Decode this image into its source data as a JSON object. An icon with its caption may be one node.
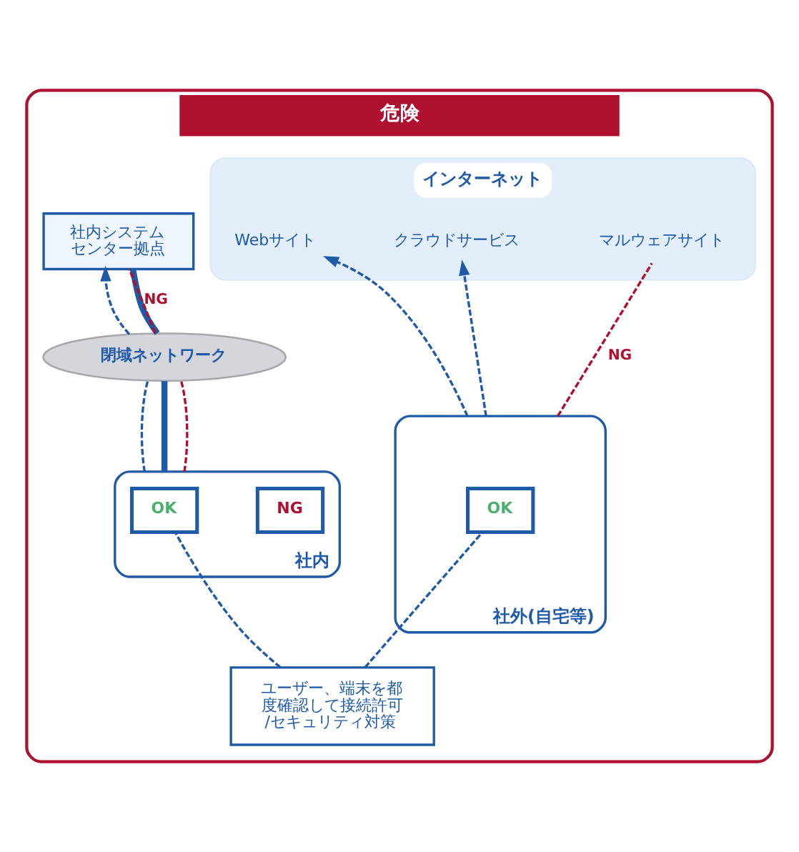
{
  "diagram": {
    "nodes": [
      {
        "text": [
          "危険"
        ]
      },
      {
        "text": [
          "社内システム",
          "センター拠点"
        ],
        "in": 0
      },
      {
        "text": [
          "閉域ネットワーク"
        ],
        "in": 0
      },
      {
        "text": [
          "インターネット"
        ],
        "in": 0
      },
      {
        "text": [
          "Webサイト"
        ],
        "in": 3
      },
      {
        "text": [
          "クラウドサービス"
        ],
        "in": 3
      },
      {
        "text": [
          "マルウェアサイト"
        ],
        "in": 3
      },
      {
        "text": [
          "社内"
        ],
        "in": 0
      },
      {
        "text": [
          "OK"
        ],
        "in": 7
      },
      {
        "text": [
          "NG"
        ],
        "in": 7
      },
      {
        "text": [
          "社外(自宅等)"
        ],
        "in": 0
      },
      {
        "text": [
          "OK"
        ],
        "in": 10
      },
      {
        "text": [
          "ユーザー、端末を都度確認して接続許可/セキュリティ対策"
        ],
        "in": 0
      }
    ],
    "edges": [
      {
        "from": 7,
        "to": 2,
        "arrow": "none",
        "style": "dashed"
      },
      {
        "from": 2,
        "to": 1,
        "arrow": "to",
        "style": "dashed"
      },
      {
        "from": 7,
        "to": 2,
        "arrow": "none",
        "style": "thick"
      },
      {
        "from": 2,
        "to": 1,
        "arrow": "none",
        "style": "thick"
      },
      {
        "from": 7,
        "to": 2,
        "arrow": "none",
        "style": "dashed",
        "color": "#b01030"
      },
      {
        "from": 2,
        "to": 1,
        "arrow": "none",
        "style": "dashed",
        "color": "#b01030",
        "label": "NG"
      },
      {
        "from": 10,
        "to": 4,
        "arrow": "to",
        "style": "dashed"
      },
      {
        "from": 10,
        "to": 5,
        "arrow": "to",
        "style": "dashed"
      },
      {
        "from": 10,
        "to": 6,
        "arrow": "none",
        "style": "dashed",
        "color": "#b01030",
        "label": "NG"
      },
      {
        "from": 12,
        "to": 8,
        "arrow": "none",
        "style": "dashed"
      },
      {
        "from": 12,
        "to": 11,
        "arrow": "none",
        "style": "dashed"
      }
    ]
  }
}
